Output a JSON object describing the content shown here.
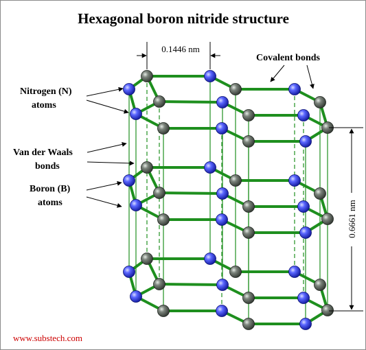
{
  "title": "Hexagonal boron nitride structure",
  "labels": {
    "lattice_spacing": "0.1446 nm",
    "layer_spacing": "0.6661 nm",
    "covalent_bonds": "Covalent bonds",
    "nitrogen_line1": "Nitrogen (N)",
    "nitrogen_line2": "atoms",
    "vdw_line1": "Van der Waals",
    "vdw_line2": "bonds",
    "boron_line1": "Boron (B)",
    "boron_line2": "atoms",
    "website": "www.substech.com"
  },
  "colors": {
    "nitrogen": "#3c4cff",
    "boron": "#6f776f",
    "covalent_bond": "#1e8f1e",
    "van_der_waals_bond": "#1e8f1e",
    "website": "#cc0000"
  },
  "atoms": {
    "nitrogen": "blue spheres",
    "boron": "gray spheres"
  }
}
